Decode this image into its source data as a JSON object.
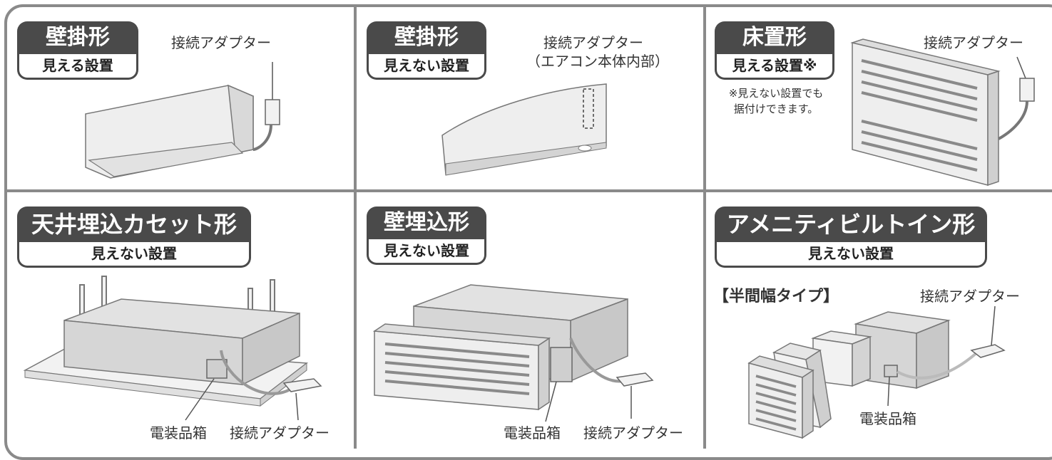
{
  "panels": [
    {
      "title": "壁掛形",
      "subtitle": "見える設置",
      "adapter_label": "接続アダプター"
    },
    {
      "title": "壁掛形",
      "subtitle": "見えない設置",
      "adapter_label": "接続アダプター",
      "adapter_note": "（エアコン本体内部）"
    },
    {
      "title": "床置形",
      "subtitle": "見える設置※",
      "adapter_label": "接続アダプター",
      "note_line1": "※見えない設置でも",
      "note_line2": "据付けできます。"
    },
    {
      "title": "天井埋込カセット形",
      "subtitle": "見えない設置",
      "box_label": "電装品箱",
      "adapter_label": "接続アダプター"
    },
    {
      "title": "壁埋込形",
      "subtitle": "見えない設置",
      "box_label": "電装品箱",
      "adapter_label": "接続アダプター"
    },
    {
      "title": "アメニティビルトイン形",
      "subtitle": "見えない設置",
      "type_label": "【半間幅タイプ】",
      "adapter_label": "接続アダプター",
      "box_label": "電装品箱"
    }
  ],
  "colors": {
    "frame": "#8a8a8a",
    "badge": "#4a4a4a",
    "unit_fill": "#eeeeee",
    "unit_shade": "#d9d9d9",
    "line": "#555555"
  }
}
